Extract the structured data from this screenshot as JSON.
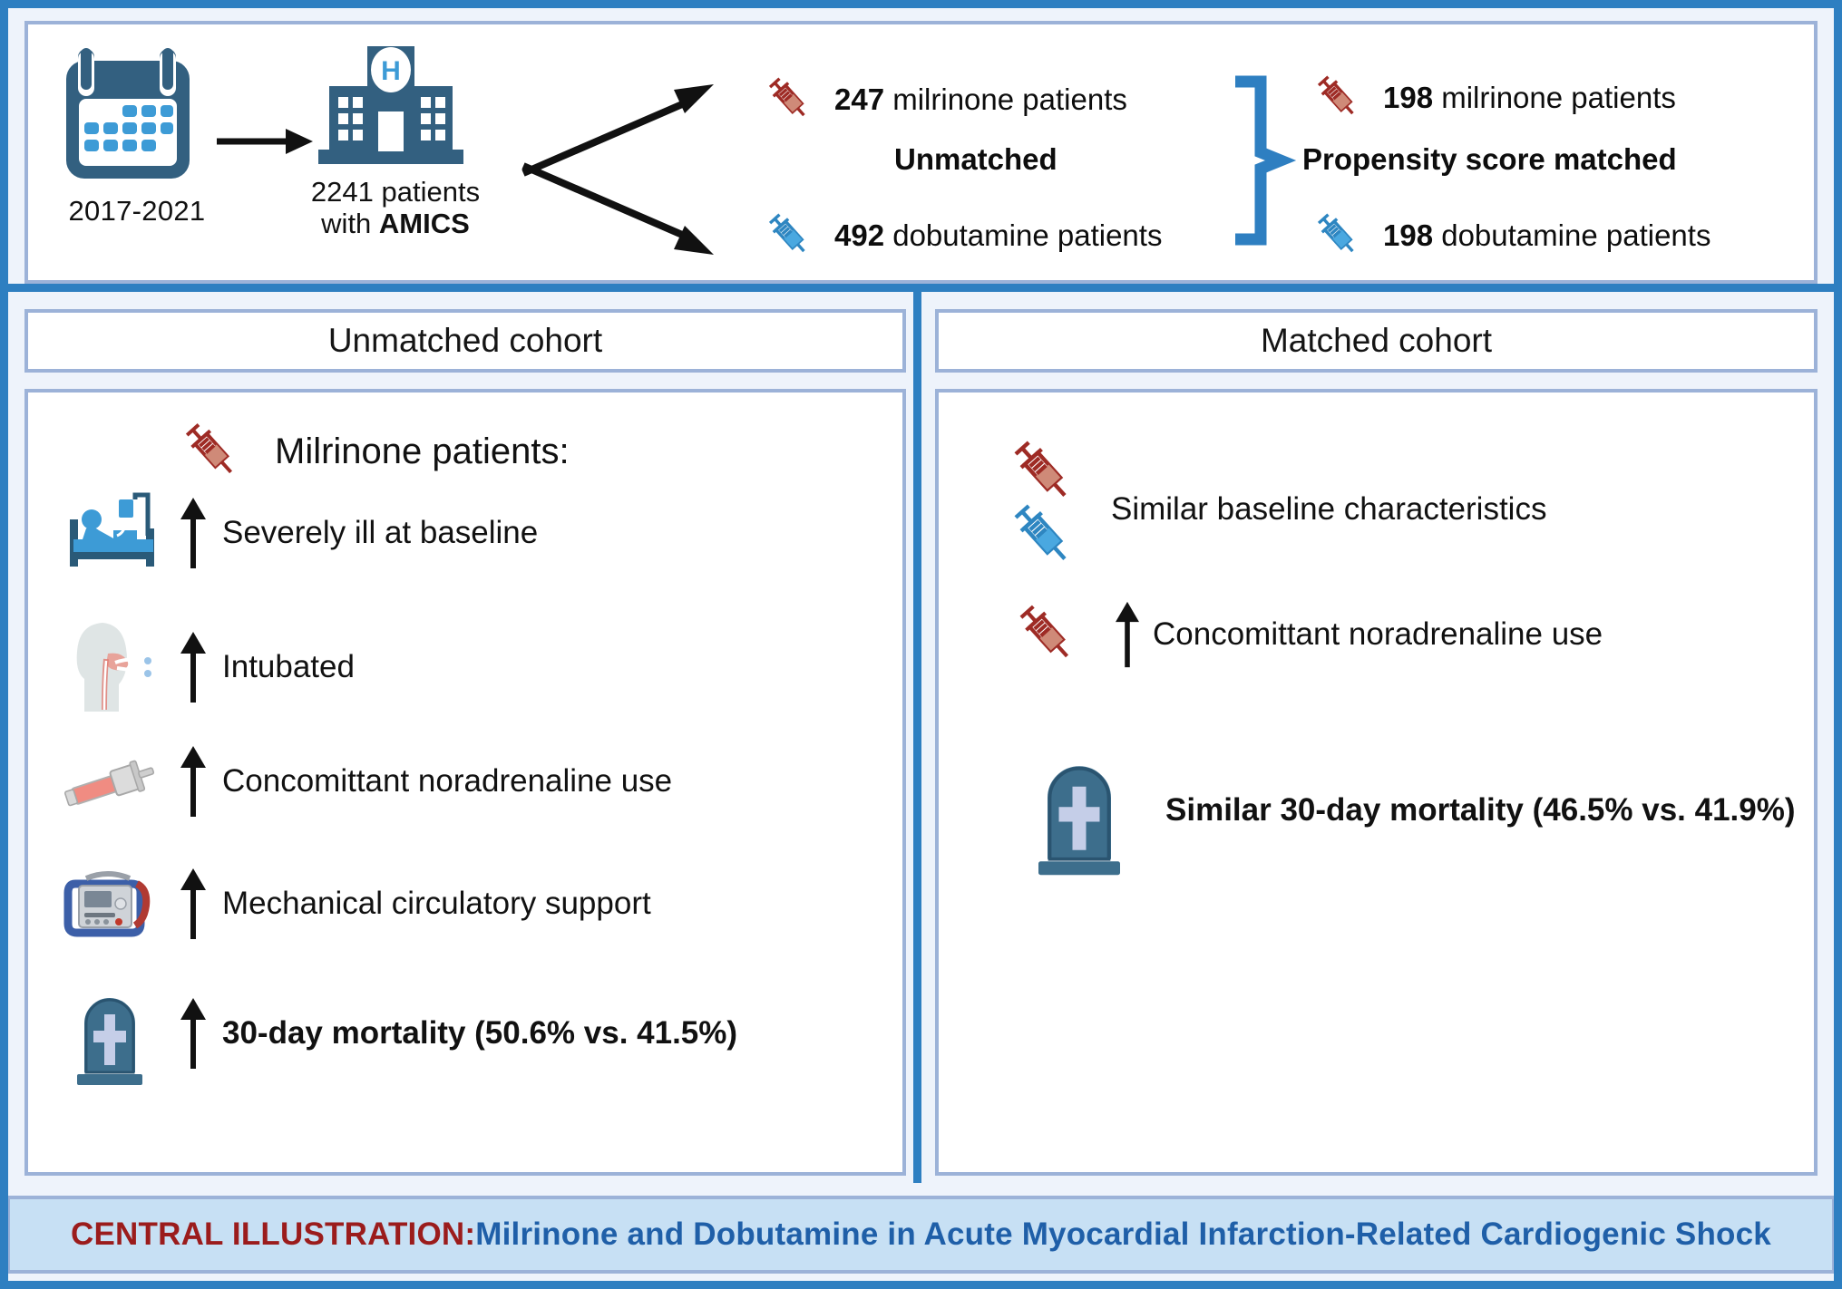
{
  "top_panel": {
    "period_label": "2017-2021",
    "source_line1": "2241 patients",
    "source_line2_prefix": "with ",
    "source_line2_bold": "AMICS",
    "unmatched_label": "Unmatched",
    "matched_label": "Propensity score matched",
    "unmatched_rows": [
      {
        "count": "247",
        "label": " milrinone patients",
        "drug": "milrinone",
        "color": "#9e2b25"
      },
      {
        "count": "492",
        "label": " dobutamine patients",
        "drug": "dobutamine",
        "color": "#2e86c1"
      }
    ],
    "matched_rows": [
      {
        "count": "198",
        "label": " milrinone patients",
        "drug": "milrinone",
        "color": "#9e2b25"
      },
      {
        "count": "198",
        "label": " dobutamine patients",
        "drug": "dobutamine",
        "color": "#2e86c1"
      }
    ]
  },
  "left_cohort": {
    "header": "Unmatched cohort",
    "group_title": "Milrinone patients:",
    "items": [
      {
        "icon": "patient-in-bed-icon",
        "arrow": "up",
        "text": "Severely ill at baseline",
        "bold": false
      },
      {
        "icon": "intubation-head-icon",
        "arrow": "up",
        "text": "Intubated",
        "bold": false
      },
      {
        "icon": "noradrenaline-syringe-icon",
        "arrow": "up",
        "text": "Concomittant noradrenaline use",
        "bold": false
      },
      {
        "icon": "mcs-device-icon",
        "arrow": "up",
        "text": "Mechanical circulatory support",
        "bold": false
      },
      {
        "icon": "tombstone-icon",
        "arrow": "up",
        "text": "30-day mortality (50.6% vs. 41.5%)",
        "bold": true
      }
    ]
  },
  "right_cohort": {
    "header": "Matched cohort",
    "items": [
      {
        "icon": "two-syringes-icon",
        "arrow": "none",
        "text": "Similar baseline characteristics",
        "bold": false
      },
      {
        "icon": "milrinone-syringe-icon",
        "arrow": "up",
        "text": "Concomittant noradrenaline use",
        "bold": false
      },
      {
        "icon": "tombstone-icon",
        "arrow": "none",
        "text": "Similar 30-day mortality (46.5% vs. 41.9%)",
        "bold": true
      }
    ]
  },
  "footer": {
    "prefix": "CENTRAL ILLUSTRATION:",
    "title": " Milrinone and Dobutamine in Acute Myocardial Infarction-Related Cardiogenic Shock"
  },
  "colors": {
    "frame_blue": "#2e7fc1",
    "panel_bg": "#eef3fb",
    "card_border": "#9cb2d8",
    "footer_bg": "#c7e0f4",
    "footer_red": "#9b1c1c",
    "footer_blue": "#1f5fa8",
    "icon_slate": "#336080",
    "icon_lightblue": "#3d9bd6",
    "syringe_red": "#9e2b25",
    "syringe_blue": "#2e86c1"
  }
}
